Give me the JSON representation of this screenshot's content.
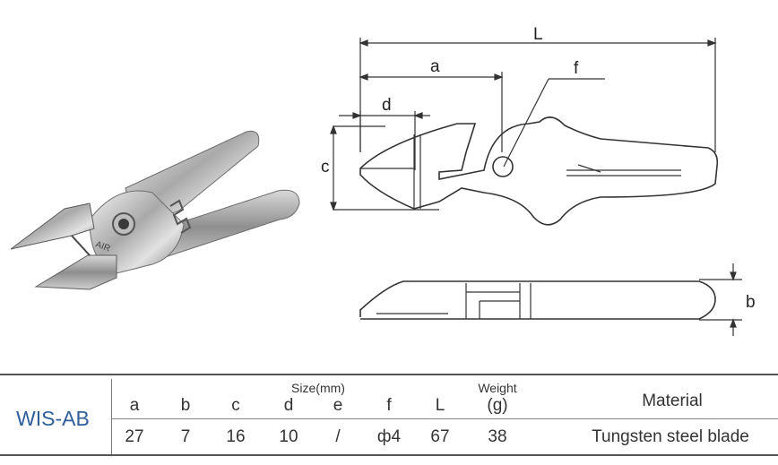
{
  "drawing": {
    "labels": {
      "L": "L",
      "a": "a",
      "f": "f",
      "d": "d",
      "c": "c",
      "b": "b"
    }
  },
  "table": {
    "model": "WIS-AB",
    "size_group": "Size(mm)",
    "weight_top": "Weight",
    "columns": [
      "a",
      "b",
      "c",
      "d",
      "e",
      "f",
      "L",
      "(g)",
      "Material"
    ],
    "values": [
      "27",
      "7",
      "16",
      "10",
      "/",
      "ф4",
      "67",
      "38",
      "Tungsten steel blade"
    ]
  },
  "colors": {
    "model_text": "#2f5e9c",
    "line": "#333333"
  }
}
